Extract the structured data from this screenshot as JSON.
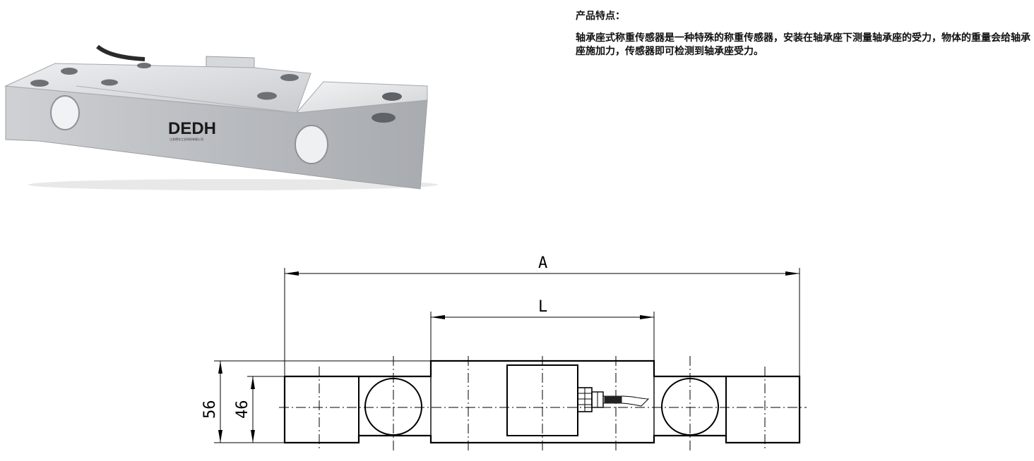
{
  "features": {
    "title": "产品特点：",
    "description": "轴承座式称重传感器是一种特殊的称重传感器，安装在轴承座下测量轴承座的受力，物体的重量会给轴承座施加力，传感器即可检测到轴承座受力。"
  },
  "photo": {
    "logo_text": "DEDH",
    "logo_subtext": "江苏德东工业科技有限公司"
  },
  "drawing": {
    "dim_a": "A",
    "dim_l": "L",
    "dim_56": "56",
    "dim_46": "46"
  },
  "colors": {
    "steel_light": "#e3e4e6",
    "steel_mid": "#c3c5c8",
    "steel_dark": "#8f9296",
    "line": "#000000"
  }
}
